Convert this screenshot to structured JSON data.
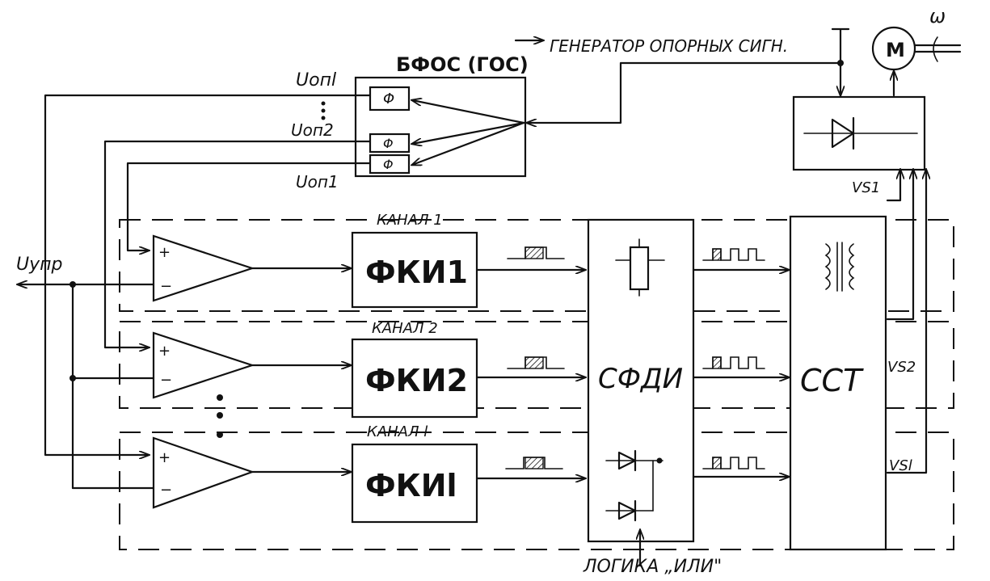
{
  "labels": {
    "bfos": "БФОС (ГОС)",
    "generator": "ГЕНЕРАТОР ОПОРНЫХ СИГН.",
    "u_op_l": "Uопl",
    "u_op_2": "Uоп2",
    "u_op_1": "Uоп1",
    "u_upr": "Uупр",
    "phi": "Φ",
    "channel1": "КАНАЛ 1",
    "channel2": "КАНАЛ 2",
    "channell": "КАНАЛ l",
    "fki1": "ФКИ1",
    "fki2": "ФКИ2",
    "fkil": "ФКИl",
    "sfdi": "СФДИ",
    "sst": "ССТ",
    "vs1": "VS1",
    "vs2": "VS2",
    "vsl": "VSl",
    "motor": "M",
    "omega": "ω",
    "logic": "ЛОГИКА „ИЛИ\"",
    "plus": "+",
    "minus": "−"
  }
}
